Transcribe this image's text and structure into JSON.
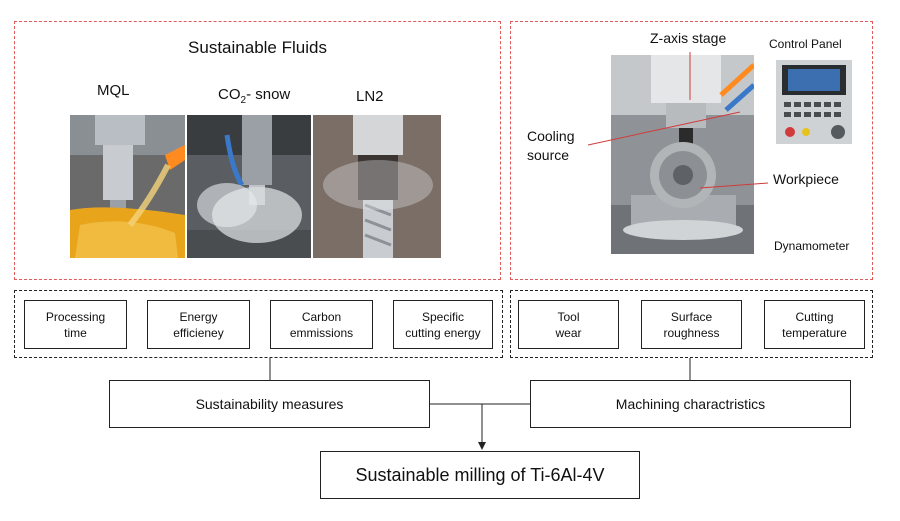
{
  "fluids_panel": {
    "title": "Sustainable Fluids",
    "methods": [
      "MQL",
      "CO",
      "LN2"
    ],
    "co2_subscript": "2",
    "co2_suffix": "- snow"
  },
  "setup_panel": {
    "labels": {
      "z_axis": "Z-axis stage",
      "control_panel": "Control Panel",
      "cooling": "Cooling\nsource",
      "workpiece": "Workpiece",
      "dynamometer": "Dynamometer"
    }
  },
  "sustainability_measures": {
    "items": [
      "Processing\ntime",
      "Energy\nefficieney",
      "Carbon\nemmissions",
      "Specific\ncutting energy"
    ],
    "title": "Sustainability measures"
  },
  "machining_characteristics": {
    "items": [
      "Tool\nwear",
      "Surface\nroughness",
      "Cutting\ntemperature"
    ],
    "title": "Machining charactristics"
  },
  "result": {
    "title": "Sustainable milling of Ti-6Al-4V"
  },
  "colors": {
    "panel_border": "#e05a5a",
    "line": "#222222",
    "mql_fluid": "#e8a51c",
    "pointer": "#d23b3b"
  }
}
